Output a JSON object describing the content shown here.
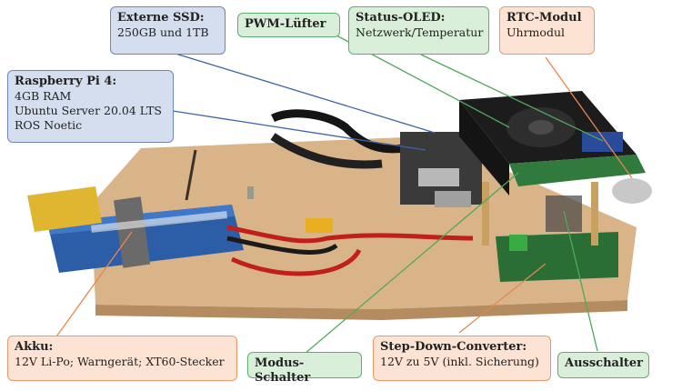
{
  "labels": {
    "ssd": {
      "title": "Externe SSD:",
      "lines": [
        "250GB und 1TB"
      ]
    },
    "pwm": {
      "title": "PWM-Lüfter",
      "lines": []
    },
    "oled": {
      "title": "Status-OLED:",
      "lines": [
        "Netzwerk/Temperatur"
      ]
    },
    "rtc": {
      "title": "RTC-Modul",
      "lines": [
        "Uhrmodul"
      ]
    },
    "pi": {
      "title": "Raspberry Pi 4:",
      "lines": [
        "4GB RAM",
        "Ubuntu Server 20.04 LTS",
        "ROS Noetic"
      ]
    },
    "akku": {
      "title": "Akku:",
      "lines": [
        "12V Li-Po; Warngerät; XT60-Stecker"
      ]
    },
    "modus": {
      "title": "Modus-Schalter",
      "lines": []
    },
    "stepdown": {
      "title": "Step-Down-Converter:",
      "lines": [
        "12V zu 5V (inkl. Sicherung)"
      ]
    },
    "aus": {
      "title": "Ausschalter",
      "lines": []
    }
  },
  "colors": {
    "blue_fill": "#d5deee",
    "blue_line": "#4a6aa8",
    "green_fill": "#d9efd9",
    "green_line": "#4fa85d",
    "orange_fill": "#fde3d3",
    "orange_line": "#e5884f"
  }
}
